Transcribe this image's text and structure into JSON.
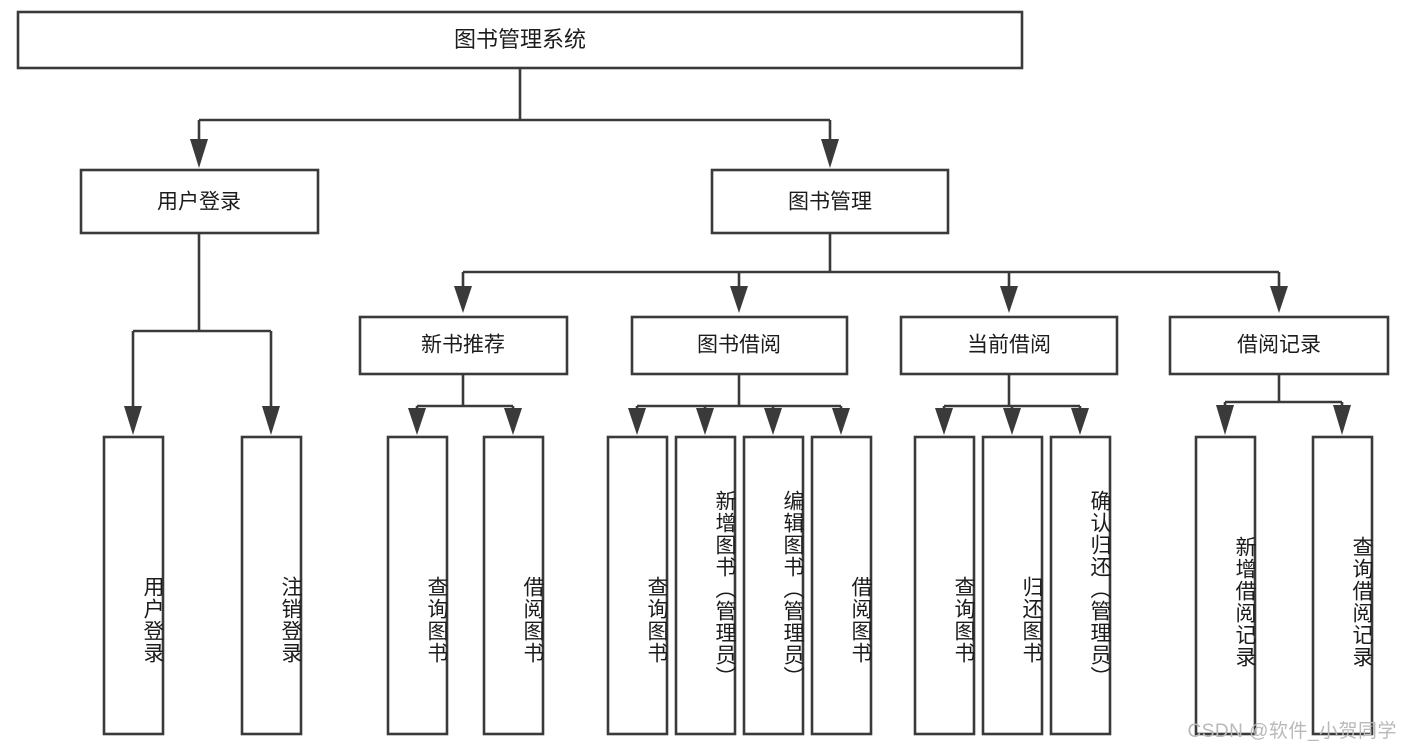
{
  "diagram": {
    "type": "tree-hierarchy-chart",
    "title": "图书管理系统",
    "watermark": "CSDN @软件_小贺同学",
    "colors": {
      "stroke": "#3a3a3a",
      "fill": "#ffffff",
      "text": "#1c1c1c",
      "watermark": "#b9b9b9"
    },
    "root": {
      "label": "图书管理系统"
    },
    "level2": [
      {
        "label": "用户登录"
      },
      {
        "label": "图书管理"
      }
    ],
    "level3": [
      {
        "label": "新书推荐"
      },
      {
        "label": "图书借阅"
      },
      {
        "label": "当前借阅"
      },
      {
        "label": "借阅记录"
      }
    ],
    "leaves": {
      "user_login": [
        {
          "label": "用户登录"
        },
        {
          "label": "注销登录"
        }
      ],
      "new_book_recommend": [
        {
          "label": "查询图书"
        },
        {
          "label": "借阅图书"
        }
      ],
      "book_borrow": [
        {
          "label": "查询图书"
        },
        {
          "label": "新增图书（管理员）"
        },
        {
          "label": "编辑图书（管理员）"
        },
        {
          "label": "借阅图书"
        }
      ],
      "current_borrow": [
        {
          "label": "查询图书"
        },
        {
          "label": "归还图书"
        },
        {
          "label": "确认归还（管理员）"
        }
      ],
      "borrow_record": [
        {
          "label": "新增借阅记录"
        },
        {
          "label": "查询借阅记录"
        }
      ]
    }
  }
}
